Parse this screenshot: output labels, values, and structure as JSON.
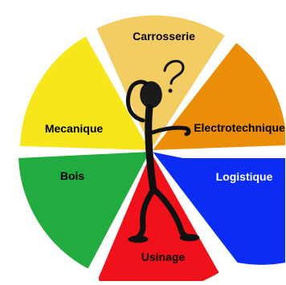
{
  "wheel": {
    "sectors": [
      {
        "label": "Carrosserie",
        "color": "#f3cd63",
        "text_color": "#000000"
      },
      {
        "label": "Electrotechnique",
        "color": "#ec8d08",
        "text_color": "#000000"
      },
      {
        "label": "Logistique",
        "color": "#0a2cf5",
        "text_color": "#ffffff"
      },
      {
        "label": "Usinage",
        "color": "#f0111a",
        "text_color": "#000000"
      },
      {
        "label": "Bois",
        "color": "#22ac40",
        "text_color": "#000000"
      },
      {
        "label": "Mecanique",
        "color": "#f7e61b",
        "text_color": "#000000"
      }
    ]
  },
  "figure": {
    "icon": "thinking-person-question-mark-icon",
    "question_mark": "?"
  }
}
